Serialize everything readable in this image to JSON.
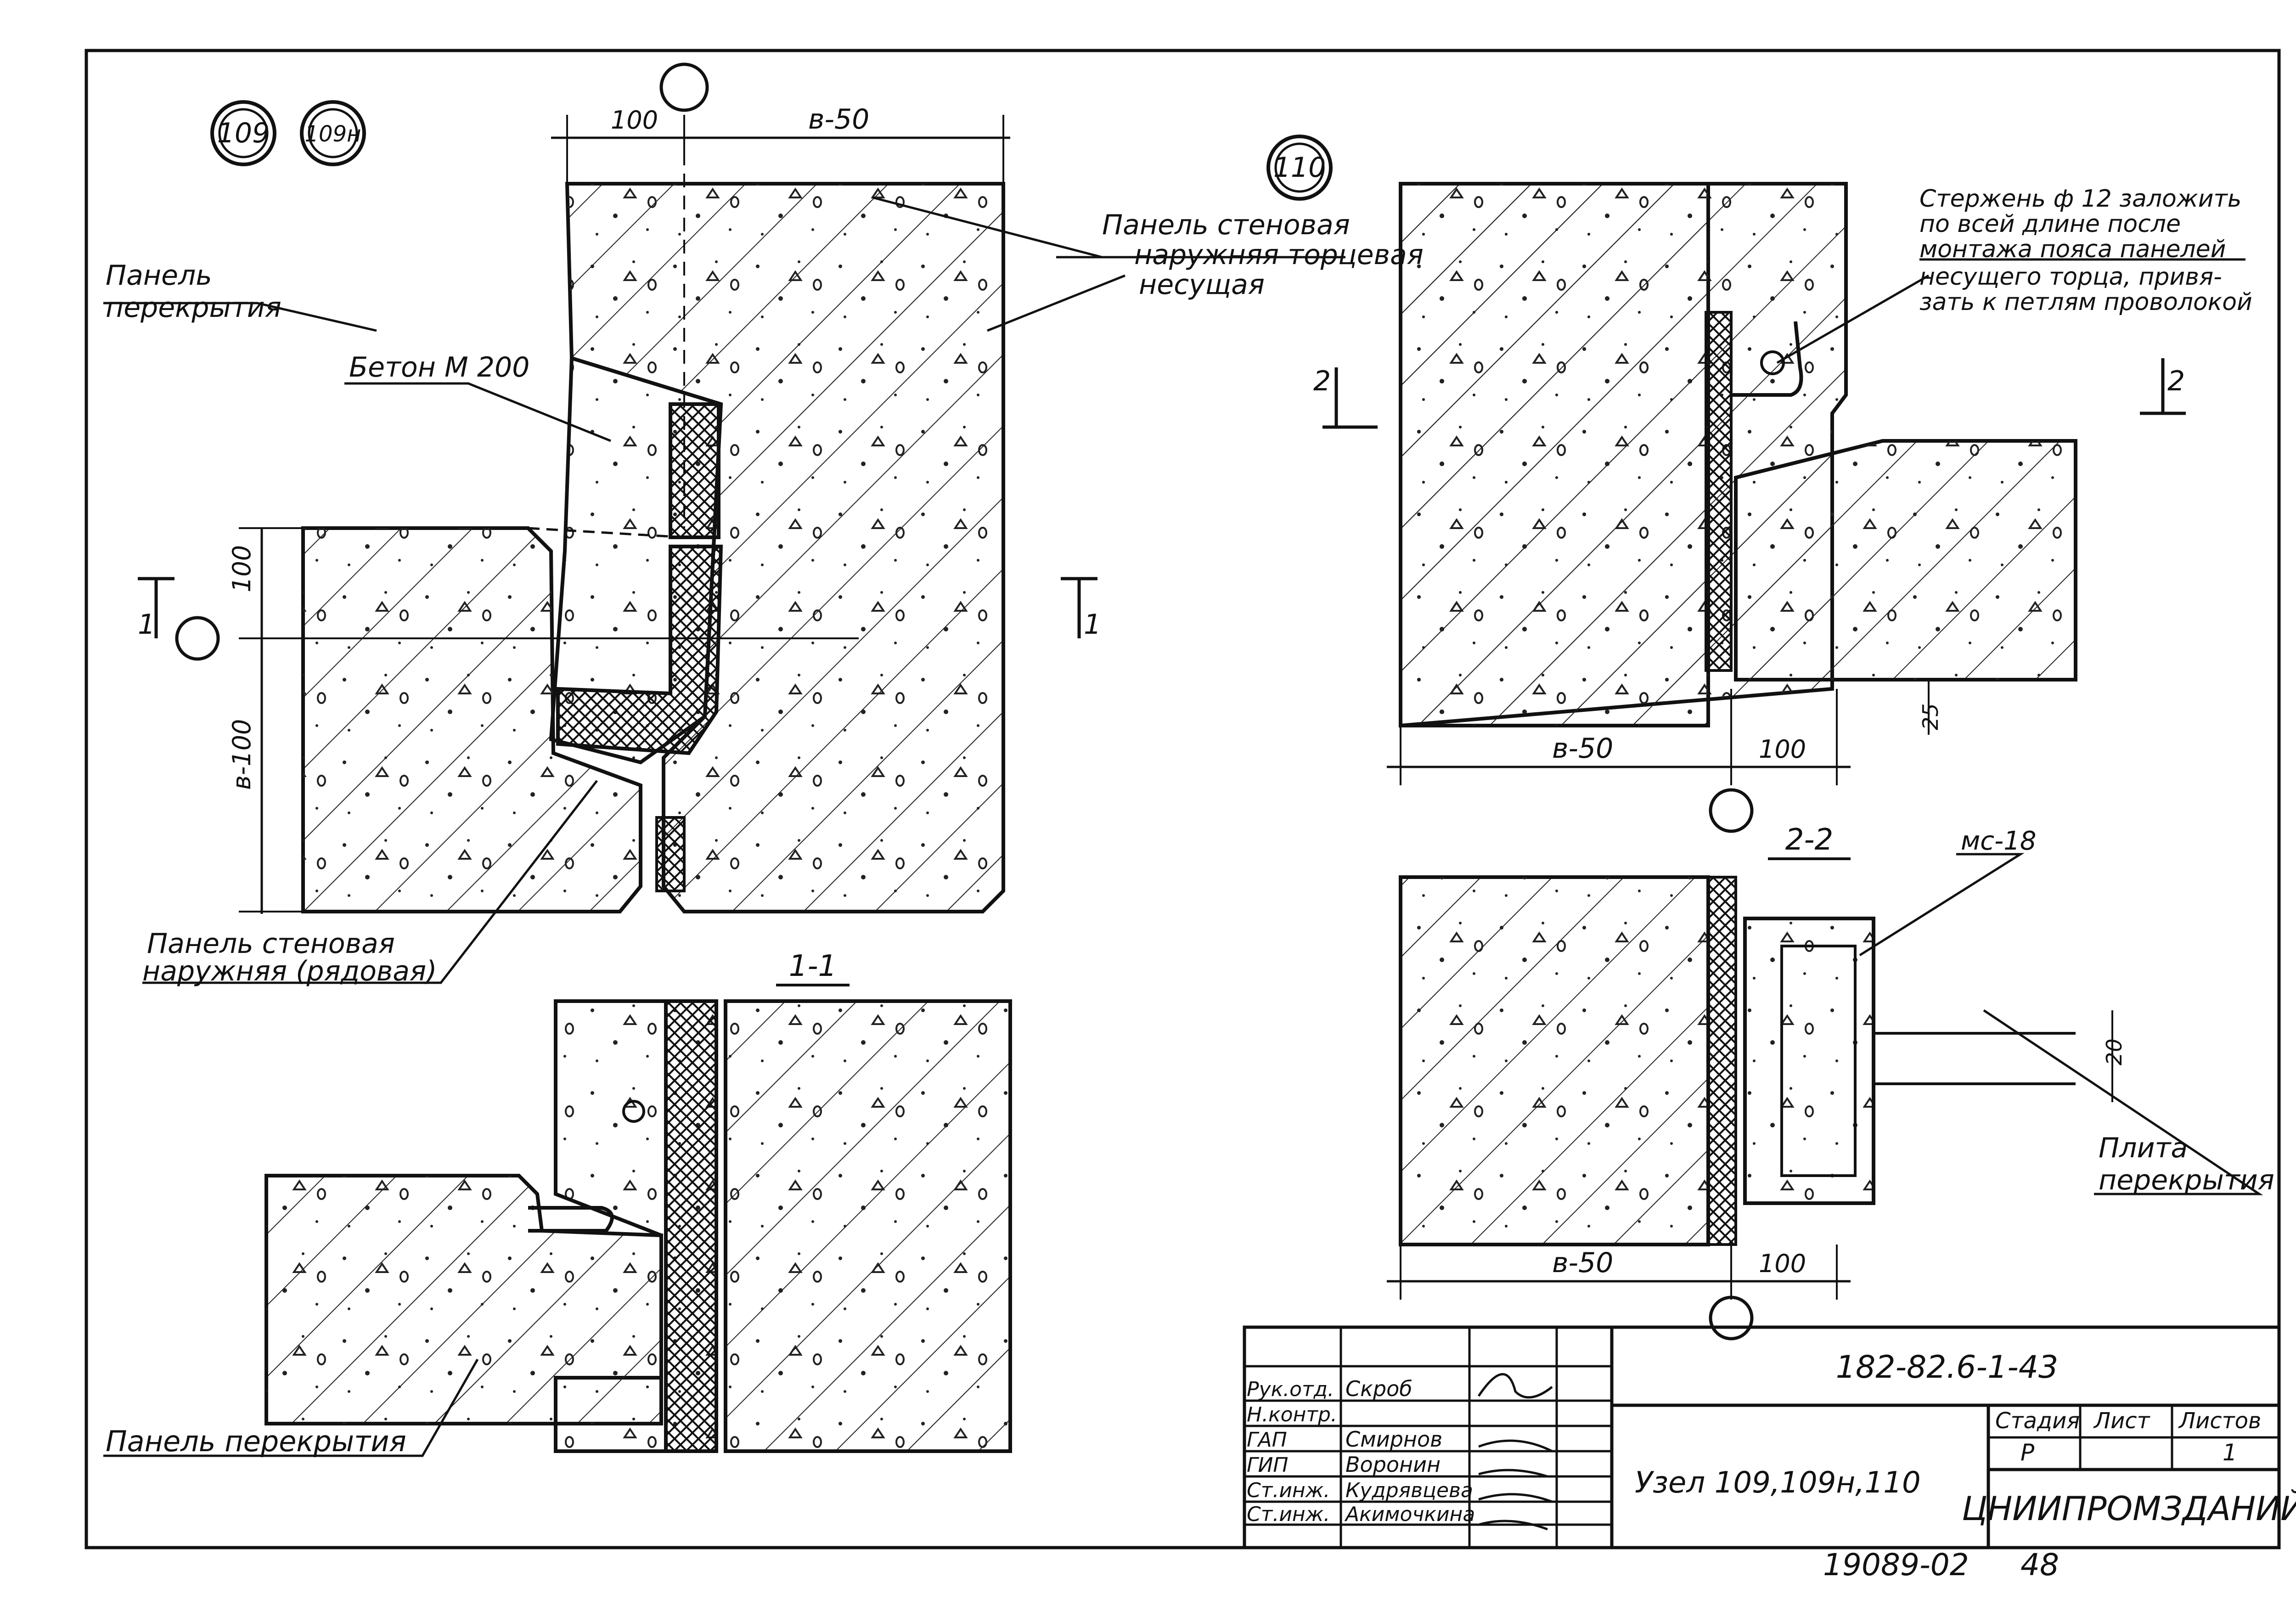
{
  "node_marks": {
    "n109": "109",
    "n109h": "109н",
    "n110": "110"
  },
  "dimensions": {
    "d100_top": "100",
    "d_b50_top": "в-50",
    "d100_left": "100",
    "d_b100_left": "в-100",
    "d_b50_right": "в-50",
    "d100_right": "100",
    "d25": "25",
    "d_b50_22": "в-50",
    "d100_22": "100",
    "d20": "20"
  },
  "labels": {
    "panel_floor_top": [
      "Панель",
      "перекрытия"
    ],
    "beton": "Бетон М 200",
    "wall_end_panel": [
      "Панель стеновая",
      "наружняя торцевая",
      "несущая"
    ],
    "wall_row_panel": [
      "Панель стеновая",
      "наружняя (рядовая)"
    ],
    "panel_floor_bottom": "Панель перекрытия",
    "rod_note": [
      "Стержень ф 12 заложить",
      "по всей длине после",
      "монтажа пояса панелей",
      "несущего торца, привя-",
      "зать к петлям проволокой"
    ],
    "mc18": "мс-18",
    "slab": [
      "Плита",
      "перекрытия"
    ]
  },
  "sections": {
    "s1": "1",
    "s1_right": "1",
    "s1_title": "1-1",
    "s2": "2",
    "s2_right": "2",
    "s2_title": "2-2"
  },
  "title_block": {
    "code": "182-82.6-1-43",
    "roles": [
      "Рук.отд.",
      "Н.контр.",
      "ГАП",
      "ГИП",
      "Ст.инж.",
      "Ст.инж."
    ],
    "names": [
      "Скроб",
      "",
      "Смирнов",
      "Воронин",
      "Кудрявцева",
      "Акимочкина"
    ],
    "title": "Узел 109,109н,110",
    "stage_header": "Стадия",
    "sheet_header": "Лист",
    "sheets_header": "Листов",
    "stage": "Р",
    "sheets": "1",
    "org": "ЦНИИПРОМЗДАНИЙ"
  },
  "footer": {
    "number": "19089-02",
    "page": "48"
  }
}
